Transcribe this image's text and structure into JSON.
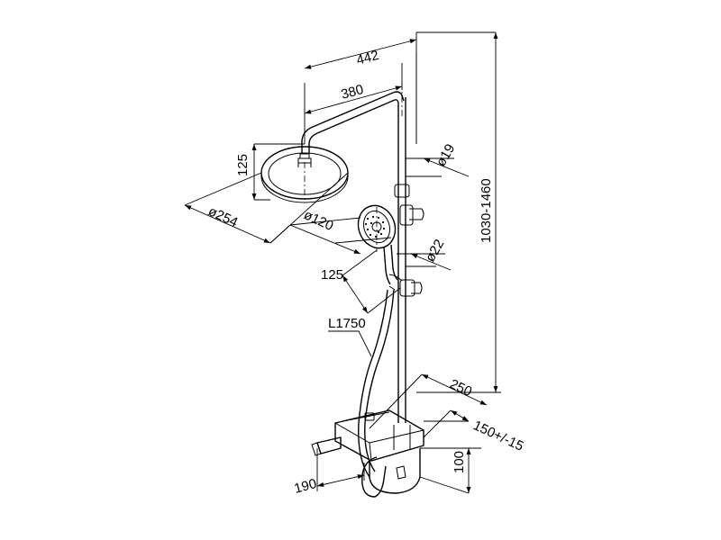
{
  "dimensions": {
    "arm_total": "442",
    "arm_reach": "380",
    "rain_height": "125",
    "rain_diameter": "ø254",
    "hand_diameter": "ø120",
    "riser_diameter": "ø19",
    "lower_diameter": "ø22",
    "hand_offset": "125",
    "hose_length": "L1750",
    "height_range": "1030-1460",
    "shelf_depth": "250",
    "centers": "150+/-15",
    "mixer_height": "100",
    "spout": "190"
  }
}
